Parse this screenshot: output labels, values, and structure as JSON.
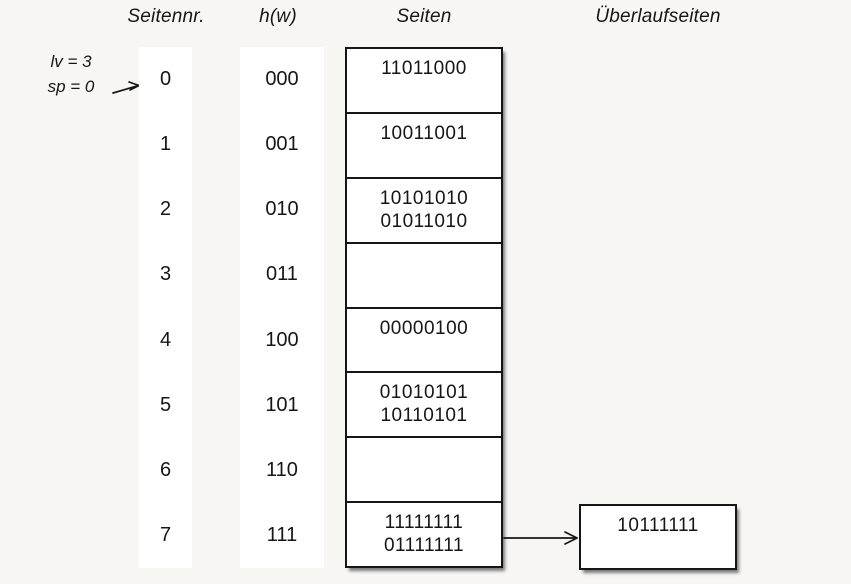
{
  "diagram_title": "linear-hashing-page-table",
  "colors": {
    "background": "#f7f6f3",
    "box_fill": "#ffffff",
    "line": "#161616",
    "text": "#161616"
  },
  "headers": {
    "page_no": "Seitennr.",
    "hash_fn": "h(w)",
    "pages": "Seiten",
    "overflow_pages": "Überlaufseiten"
  },
  "state": {
    "lv": "lv = 3",
    "sp": "sp = 0",
    "pointer_target_page": "0"
  },
  "table": {
    "rows": [
      {
        "page_no": "0",
        "hash": "000",
        "lines": [
          "11011000",
          ""
        ]
      },
      {
        "page_no": "1",
        "hash": "001",
        "lines": [
          "10011001",
          ""
        ]
      },
      {
        "page_no": "2",
        "hash": "010",
        "lines": [
          "10101010",
          "01011010"
        ]
      },
      {
        "page_no": "3",
        "hash": "011",
        "lines": [
          "",
          ""
        ]
      },
      {
        "page_no": "4",
        "hash": "100",
        "lines": [
          "00000100",
          ""
        ]
      },
      {
        "page_no": "5",
        "hash": "101",
        "lines": [
          "01010101",
          "10110101"
        ]
      },
      {
        "page_no": "6",
        "hash": "110",
        "lines": [
          "",
          ""
        ]
      },
      {
        "page_no": "7",
        "hash": "111",
        "lines": [
          "11111111",
          "01111111"
        ]
      }
    ]
  },
  "overflow_page": {
    "lines": [
      "10111111",
      ""
    ],
    "linked_from_page": "7"
  }
}
